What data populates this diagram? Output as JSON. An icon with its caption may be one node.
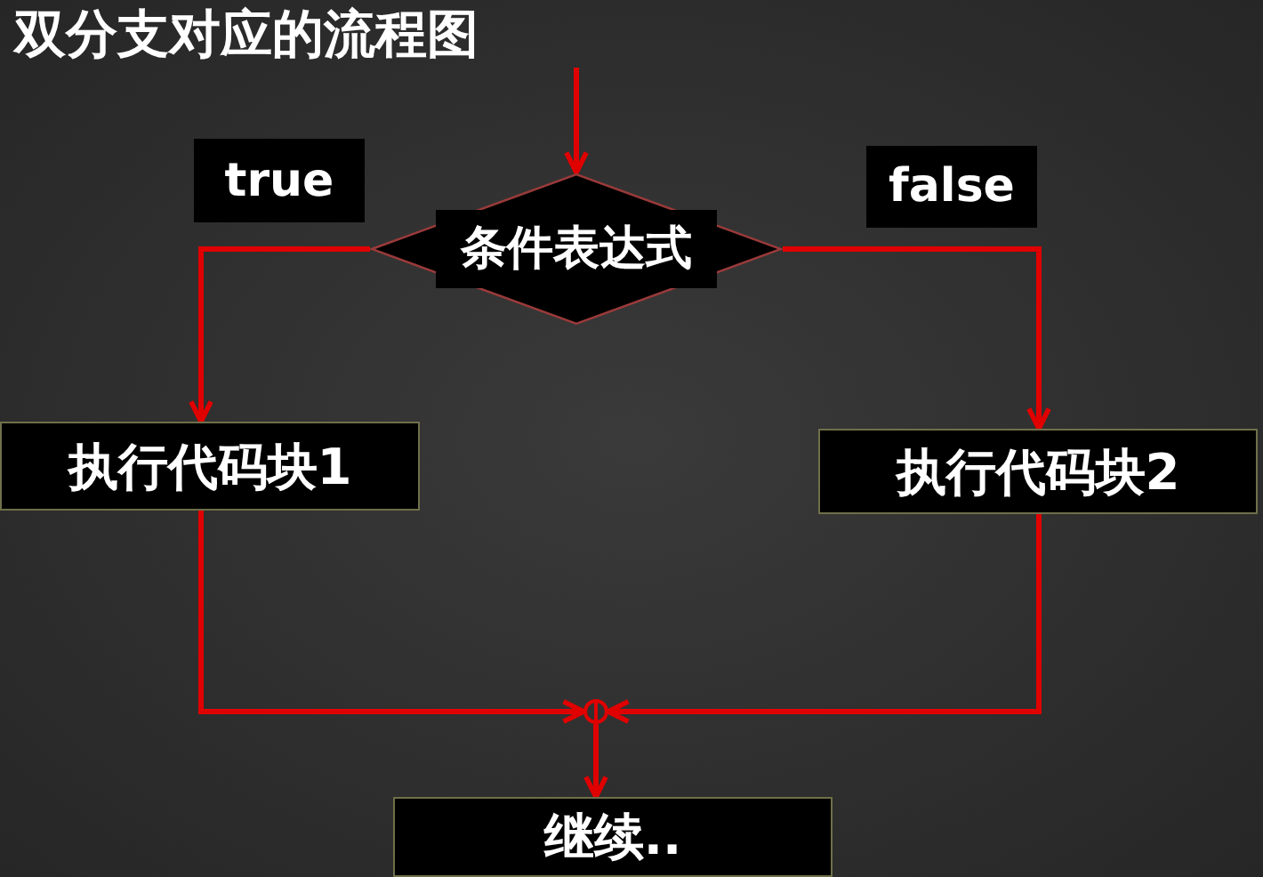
{
  "diagram": {
    "title": "双分支对应的流程图",
    "nodes": [
      {
        "text": [
          "条件表达式"
        ]
      },
      {
        "text": [
          "执行代码块1"
        ]
      },
      {
        "text": [
          "执行代码块2"
        ]
      },
      {
        "text": [],
        "shape": "circle"
      },
      {
        "text": [
          "继续.."
        ]
      }
    ],
    "edges": [
      {
        "from": null,
        "to": 0,
        "arrow": "to"
      },
      {
        "from": 0,
        "to": 1,
        "arrow": "to",
        "label": "true"
      },
      {
        "from": 0,
        "to": 2,
        "arrow": "to",
        "label": "false"
      },
      {
        "from": 1,
        "to": 3,
        "arrow": "to"
      },
      {
        "from": 2,
        "to": 3,
        "arrow": "to"
      },
      {
        "from": 3,
        "to": 4,
        "arrow": "to"
      }
    ]
  }
}
